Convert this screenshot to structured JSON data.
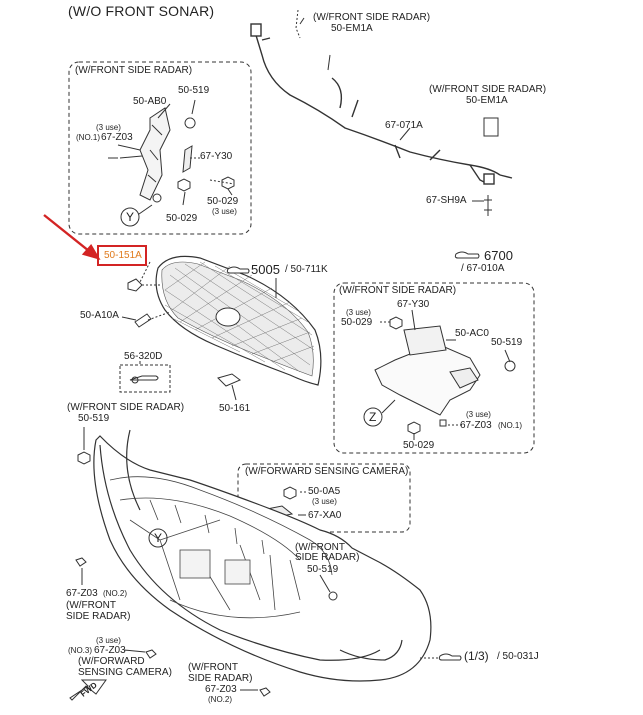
{
  "title": "(W/O FRONT SONAR)",
  "panels": {
    "front_side_radar_tl": {
      "header": "(W/FRONT SIDE RADAR)",
      "labels": [
        "50-AB0",
        "50-519",
        "(3 use)",
        "(NO.1)",
        "67-Z03",
        "67-Y30",
        "50-029",
        "(3 use)",
        "50-029",
        "Y"
      ]
    },
    "front_side_radar_mid": {
      "header": "(W/FRONT SIDE RADAR)",
      "labels": [
        "67-Y30",
        "(3 use)",
        "50-029",
        "50-AC0",
        "50-519",
        "(3 use)",
        "67-Z03",
        "(NO.1)",
        "50-029",
        "Z"
      ]
    },
    "forward_camera": {
      "header": "(W/FORWARD SENSING CAMERA)",
      "labels": [
        "50-0A5",
        "(3 use)",
        "67-XA0"
      ]
    }
  },
  "harness": {
    "radar_em1a_top_cond": "(W/FRONT SIDE RADAR)",
    "radar_em1a_top": "50-EM1A",
    "radar_em1a_right_cond": "(W/FRONT SIDE RADAR)",
    "radar_em1a_right": "50-EM1A",
    "harness_code": "67-071A",
    "sh9a": "67-SH9A",
    "ref_main": "6700",
    "ref_sub": "/ 67-010A"
  },
  "grille": {
    "highlight": "50-151A",
    "a10a": "50-A10A",
    "d320": "56-320D",
    "n161": "50-161",
    "ref_main": "5005",
    "ref_sub": "/ 50-711K"
  },
  "bumper": {
    "radar_left_cond": "(W/FRONT SIDE RADAR)",
    "radar_left_519": "50-519",
    "y_marker": "Y",
    "radar_mid_cond_1": "(W/FRONT",
    "radar_mid_cond_2": "SIDE RADAR)",
    "radar_mid_519": "50-519",
    "z03_no2_code": "67-Z03",
    "z03_no2_tag": "(NO.2)",
    "z03_no2_cond_1": "(W/FRONT",
    "z03_no2_cond_2": "SIDE RADAR)",
    "z03_no3_use": "(3 use)",
    "z03_no3_tag": "(NO.3)",
    "z03_no3_code": "67-Z03",
    "z03_no3_cond_1": "(W/FORWARD",
    "z03_no3_cond_2": "SENSING CAMERA)",
    "bottom_cond_1": "(W/FRONT",
    "bottom_cond_2": "SIDE RADAR)",
    "bottom_code": "67-Z03",
    "bottom_tag": "(NO.2)",
    "ref_frac": "(1/3)",
    "ref_sub": "/ 50-031J",
    "fwd": "FWD"
  }
}
